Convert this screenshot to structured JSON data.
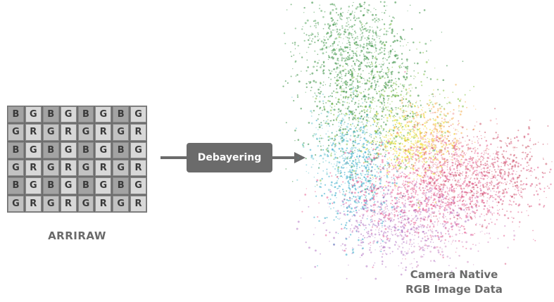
{
  "bayer_pattern": {
    "rows": [
      [
        "B",
        "G",
        "B",
        "G",
        "B",
        "G",
        "B",
        "G"
      ],
      [
        "G",
        "R",
        "G",
        "R",
        "G",
        "R",
        "G",
        "R"
      ],
      [
        "B",
        "G",
        "B",
        "G",
        "B",
        "G",
        "B",
        "G"
      ],
      [
        "G",
        "R",
        "G",
        "R",
        "G",
        "R",
        "G",
        "R"
      ],
      [
        "B",
        "G",
        "B",
        "G",
        "B",
        "G",
        "B",
        "G"
      ],
      [
        "G",
        "R",
        "G",
        "R",
        "G",
        "R",
        "G",
        "R"
      ]
    ],
    "label": "ARRIRAW"
  },
  "process": {
    "label": "Debayering"
  },
  "output": {
    "label_line1": "Camera Native",
    "label_line2": "RGB Image Data"
  },
  "colors": {
    "grid_border": "#6e6e6e",
    "cell_dark": "#a3a3a3",
    "cell_mid": "#c2c2c2",
    "cell_light": "#d8d8d8",
    "box_fill": "#6b6b6b",
    "text_gray": "#6a6a6a",
    "arrow": "#6b6b6b"
  }
}
